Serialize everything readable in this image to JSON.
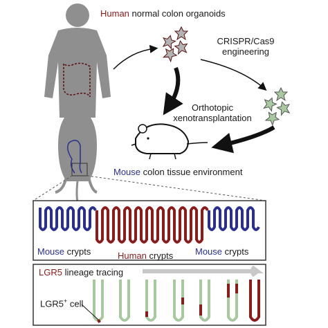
{
  "title_line": {
    "highlight": "Human",
    "rest": " normal colon organoids"
  },
  "crispr": {
    "line1": "CRISPR/Cas9",
    "line2": "engineering"
  },
  "orthotopic": {
    "line1": "Orthotopic",
    "line2": "xenotransplantation"
  },
  "environment": {
    "highlight": "Mouse",
    "rest": " colon tissue environment"
  },
  "crypt_panel": {
    "left": {
      "highlight": "Mouse",
      "rest": " crypts"
    },
    "middle": {
      "highlight": "Human",
      "rest": " crypts"
    },
    "right": {
      "highlight": "Mouse",
      "rest": " crypts"
    }
  },
  "tracing_panel": {
    "title": {
      "highlight": "LGR5",
      "rest": " lineage tracing"
    },
    "cell_label": {
      "main": "LGR5",
      "sup": "+",
      "rest": " cell"
    }
  },
  "colors": {
    "human_red": "#8b1a1a",
    "mouse_blue": "#2a2f8f",
    "organoid_gray": "#b3b3b3",
    "organoid_green": "#a8c9a0",
    "silhouette_gray": "#8f8f8f"
  }
}
